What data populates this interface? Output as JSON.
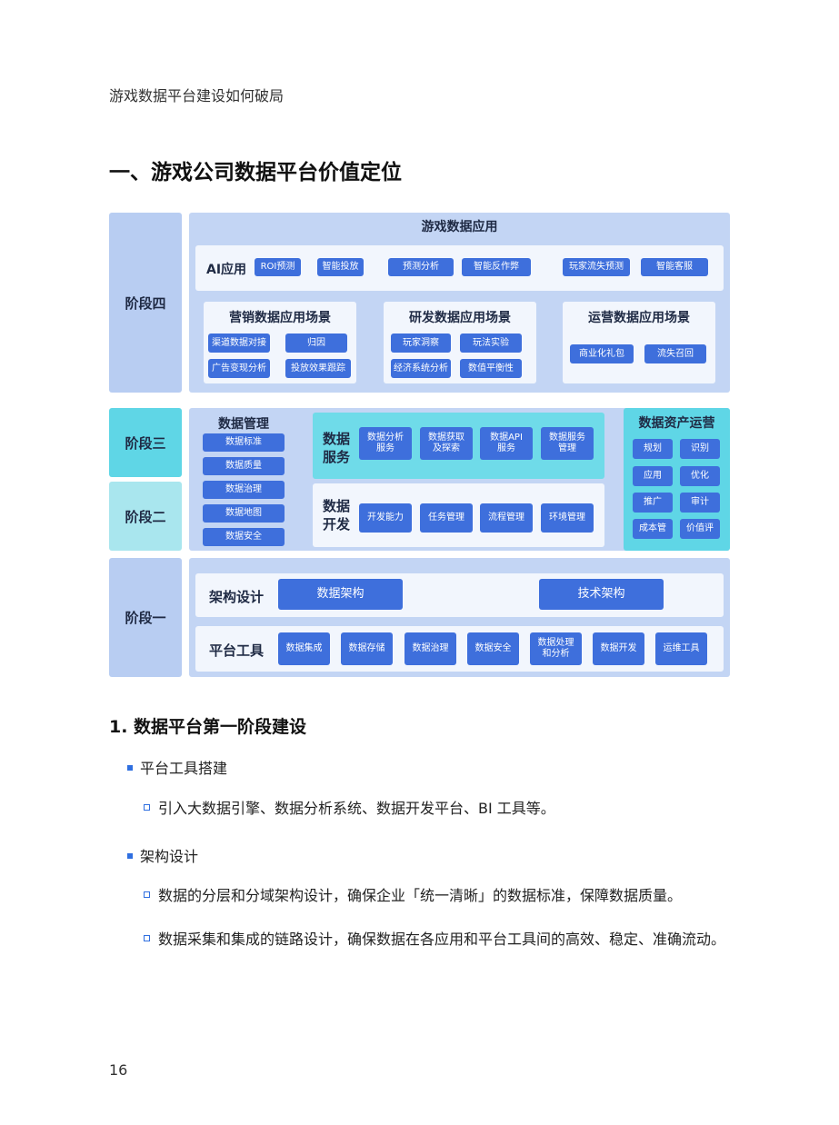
{
  "header": {
    "running_title": "游戏数据平台建设如何破局"
  },
  "section_title": "一、游戏公司数据平台价值定位",
  "diagram": {
    "stages": {
      "s4": "阶段四",
      "s3": "阶段三",
      "s2": "阶段二",
      "s1": "阶段一"
    },
    "stage4": {
      "title": "游戏数据应用",
      "ai_label": "AI应用",
      "ai_chips": [
        "ROI预测",
        "智能投放",
        "预测分析",
        "智能反作弊",
        "玩家流失预测",
        "智能客服"
      ],
      "scenes": [
        {
          "title": "营销数据应用场景",
          "chips": [
            "渠道数据对接",
            "归因",
            "广告变现分析",
            "投放效果跟踪"
          ]
        },
        {
          "title": "研发数据应用场景",
          "chips": [
            "玩家洞察",
            "玩法实验",
            "经济系统分析",
            "数值平衡性"
          ]
        },
        {
          "title": "运营数据应用场景",
          "chips": [
            "商业化礼包",
            "流失召回"
          ]
        }
      ]
    },
    "data_management": {
      "title": "数据管理",
      "chips": [
        "数据标准",
        "数据质量",
        "数据治理",
        "数据地图",
        "数据安全"
      ]
    },
    "data_service": {
      "label_line1": "数据",
      "label_line2": "服务",
      "chips": [
        "数据分析\n服务",
        "数据获取\n及探索",
        "数据API\n服务",
        "数据服务\n管理"
      ]
    },
    "data_dev": {
      "label_line1": "数据",
      "label_line2": "开发",
      "chips": [
        "开发能力",
        "任务管理",
        "流程管理",
        "环境管理"
      ]
    },
    "asset_ops": {
      "title": "数据资产运营",
      "chips": [
        "规划",
        "识别",
        "应用",
        "优化",
        "推广",
        "审计",
        "成本管",
        "价值评"
      ]
    },
    "stage1": {
      "arch_label": "架构设计",
      "arch_chips": [
        "数据架构",
        "技术架构"
      ],
      "tools_label": "平台工具",
      "tools_chips": [
        "数据集成",
        "数据存储",
        "数据治理",
        "数据安全",
        "数据处理\n和分析",
        "数据开发",
        "运维工具"
      ]
    }
  },
  "subsection_title": "1. 数据平台第一阶段建设",
  "bullets": [
    {
      "label": "平台工具搭建",
      "items": [
        "引入大数据引擎、数据分析系统、数据开发平台、BI 工具等。"
      ]
    },
    {
      "label": "架构设计",
      "items": [
        "数据的分层和分域架构设计，确保企业「统一清晰」的数据标准，保障数据质量。",
        "数据采集和集成的链路设计，确保数据在各应用和平台工具间的高效、稳定、准确流动。"
      ]
    }
  ],
  "page_number": "16",
  "colors": {
    "accent": "#3e6fdc",
    "stage_blue": "#b8cdf2",
    "stage_cyan": "#5fd6e6",
    "panel_cyan": "#6fdbe9"
  }
}
